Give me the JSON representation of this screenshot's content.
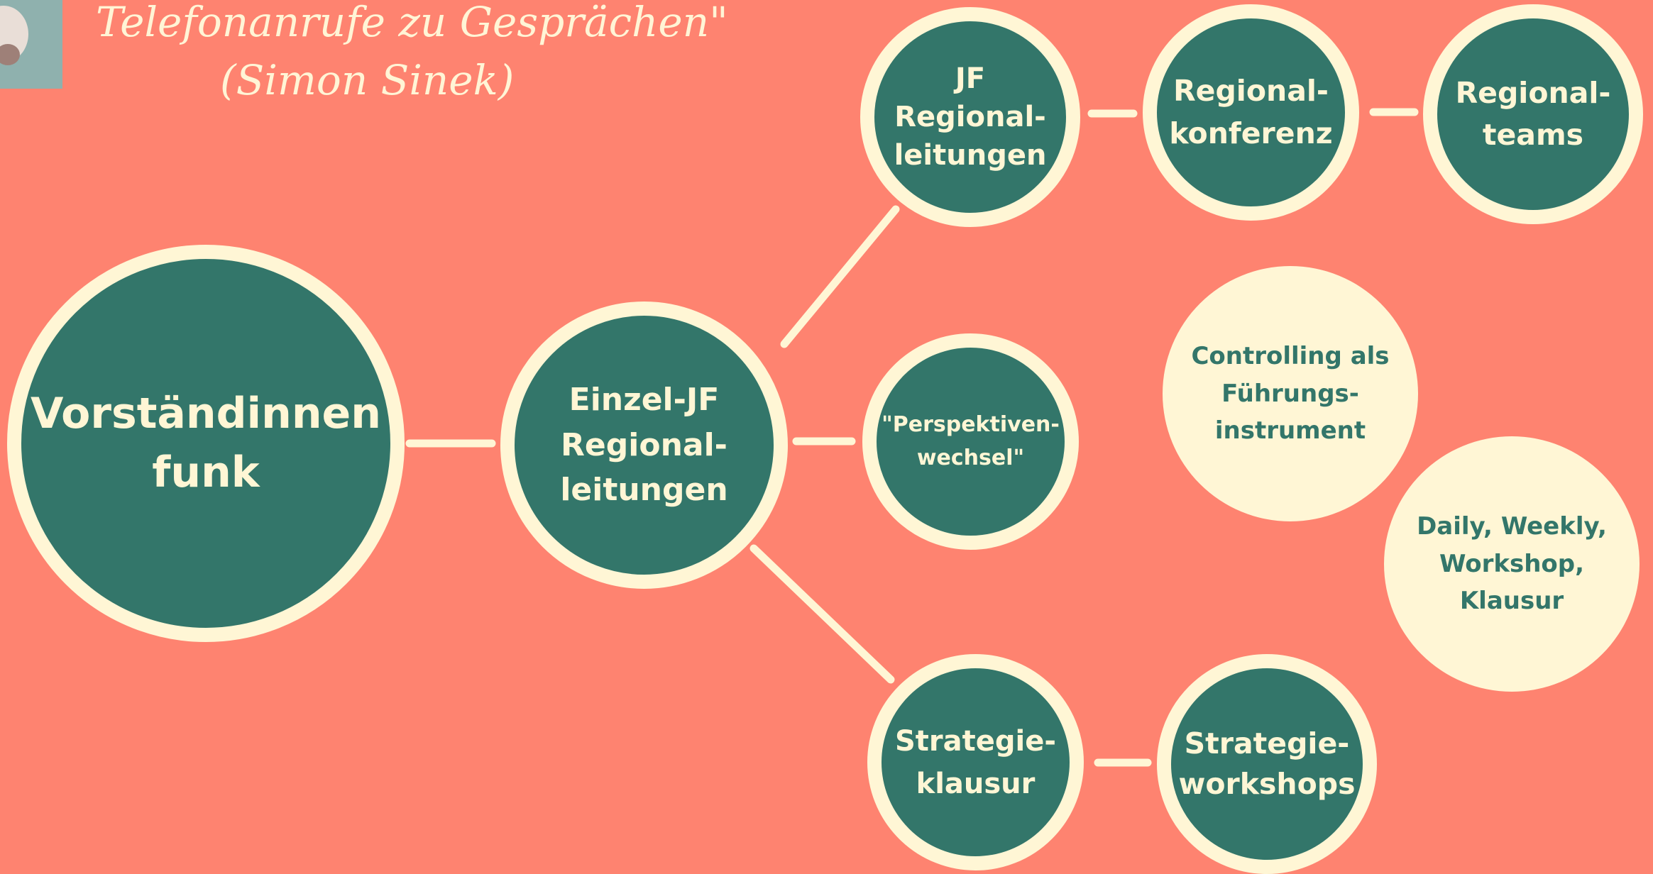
{
  "quote": {
    "line1": "Telefonanrufe zu Gesprächen\"",
    "line2": "(Simon Sinek)"
  },
  "nodes": {
    "vorstand": "Vorständinnen\nfunk",
    "einzel": "Einzel-JF\nRegional-\nleitungen",
    "jf": "JF\nRegional-\nleitungen",
    "perspektiv": "\"Perspektiven-\nwechsel\"",
    "strat_klausur": "Strategie-\nklausur",
    "reg_konferenz": "Regional-\nkonferenz",
    "reg_teams": "Regional-\nteams",
    "strat_workshops": "Strategie-\nworkshops",
    "controlling": "Controlling als\nFührungs-\ninstrument",
    "daily": "Daily, Weekly,\nWorkshop,\nKlausur"
  },
  "colors": {
    "background": "#FE8370",
    "node_dark": "#33766A",
    "node_light": "#FFF6D5"
  }
}
